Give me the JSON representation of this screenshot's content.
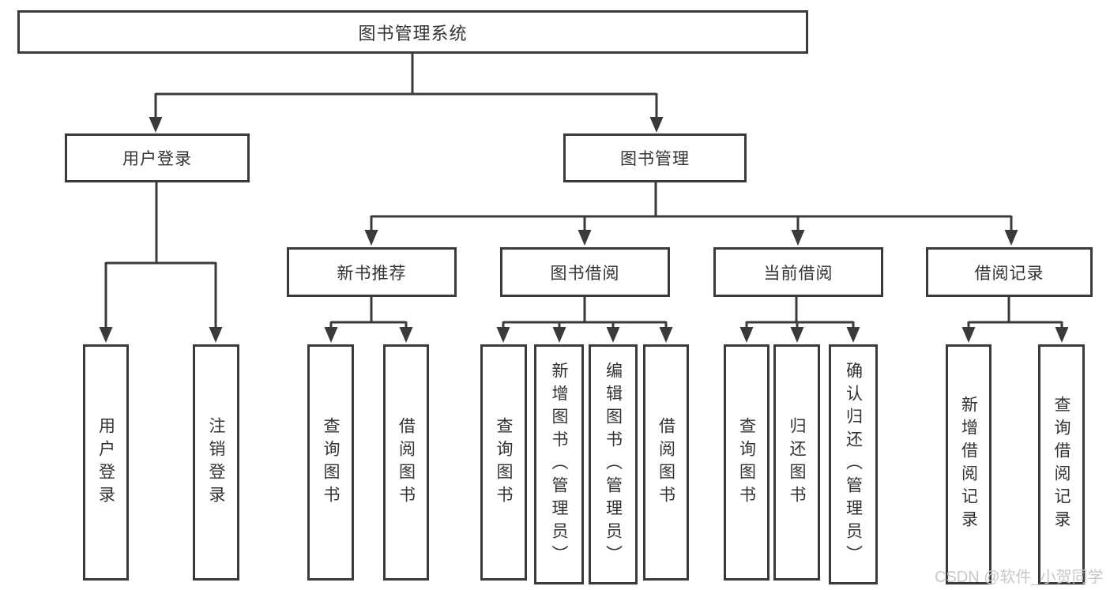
{
  "diagram": {
    "tree": {
      "root": {
        "label": "图书管理系统"
      },
      "branches": [
        {
          "label": "用户登录",
          "leaves": [
            "用户登录",
            "注销登录"
          ]
        },
        {
          "label": "图书管理",
          "sections": [
            {
              "label": "新书推荐",
              "leaves": [
                "查询图书",
                "借阅图书"
              ]
            },
            {
              "label": "图书借阅",
              "leaves": [
                "查询图书",
                "新增图书（管理员）",
                "编辑图书（管理员）",
                "借阅图书"
              ]
            },
            {
              "label": "当前借阅",
              "leaves": [
                "查询图书",
                "归还图书",
                "确认归还（管理员）"
              ]
            },
            {
              "label": "借阅记录",
              "leaves": [
                "新增借阅记录",
                "查询借阅记录"
              ]
            }
          ]
        }
      ]
    },
    "colors": {
      "line": "#3a3a3a",
      "box_border": "#3a3a3a",
      "text": "#333333",
      "background": "#ffffff",
      "watermark_text_color": "#c8c8c8"
    }
  },
  "watermark": {
    "text": "CSDN @软件_小贺同学"
  }
}
